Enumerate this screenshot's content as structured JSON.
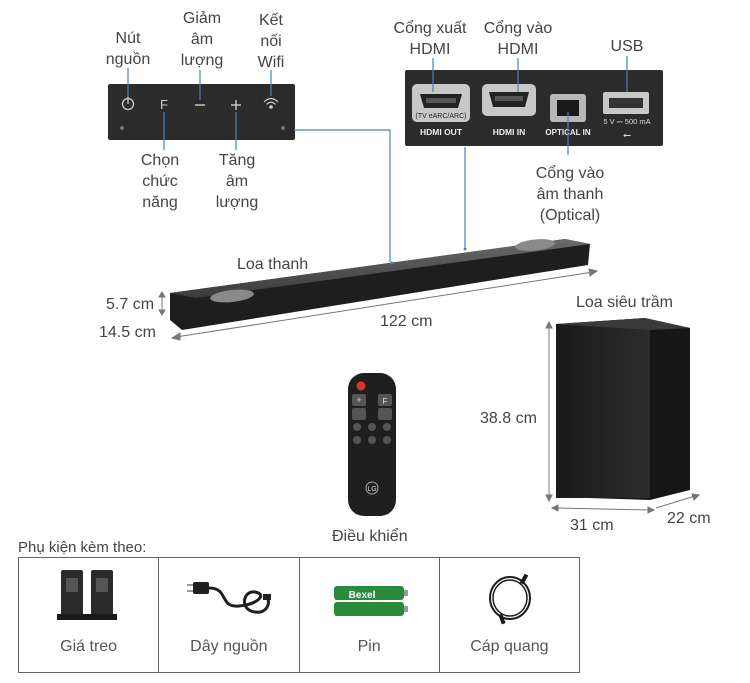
{
  "control_panel": {
    "labels": {
      "power": "Nút\nnguồn",
      "vol_down": "Giảm\nâm\nlượng",
      "wifi": "Kết\nnối\nWifi",
      "function": "Chọn\nchức\nnăng",
      "vol_up": "Tăng\nâm\nlượng"
    },
    "glyphs": {
      "function": "F",
      "vol_down": "—",
      "vol_up": "+"
    }
  },
  "ports_panel": {
    "labels": {
      "hdmi_out": "Cổng xuất\nHDMI",
      "hdmi_in": "Cổng vào\nHDMI",
      "usb": "USB",
      "optical": "Cổng vào\nâm thanh\n(Optical)"
    },
    "printed": {
      "hdmi_out_sub": "(TV eARC/ARC)",
      "hdmi_out": "HDMI OUT",
      "hdmi_in": "HDMI IN",
      "optical": "OPTICAL IN",
      "usb": "5 V ⎓ 500 mA"
    }
  },
  "soundbar": {
    "label": "Loa thanh",
    "height": "5.7 cm",
    "depth": "14.5 cm",
    "width": "122 cm"
  },
  "subwoofer": {
    "label": "Loa siêu trầm",
    "height": "38.8 cm",
    "width": "31 cm",
    "depth": "22 cm"
  },
  "remote": {
    "label": "Điều khiển",
    "brand": "LG"
  },
  "accessories": {
    "title": "Phụ kiện kèm theo:",
    "items": [
      {
        "name": "Giá treo"
      },
      {
        "name": "Dây nguồn"
      },
      {
        "name": "Pin",
        "printed": "Bexel"
      },
      {
        "name": "Cáp quang"
      }
    ]
  },
  "colors": {
    "device": "#222222",
    "panel": "#2b2b2b",
    "leader": "#4a7fc1",
    "dimension": "#777777",
    "battery": "#2a8a3a"
  }
}
